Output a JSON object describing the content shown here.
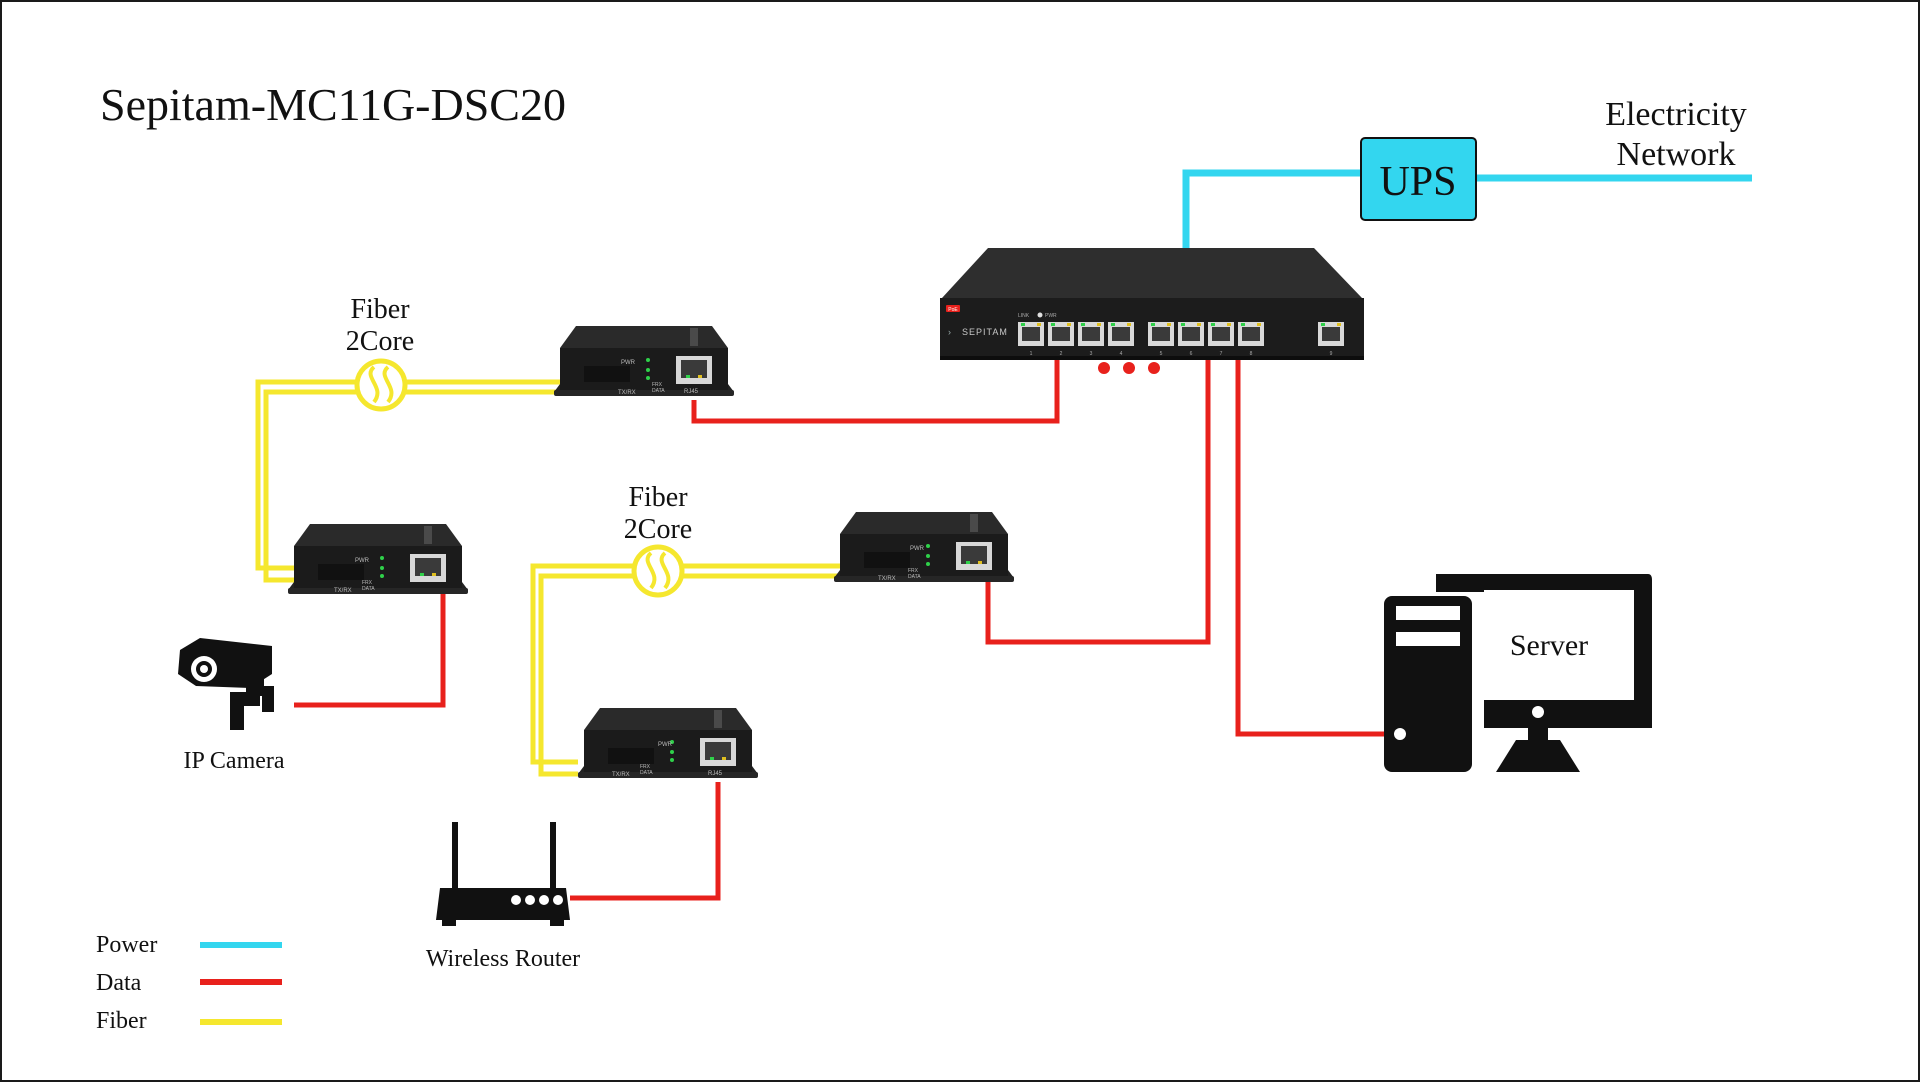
{
  "title": "Sepitam-MC11G-DSC20",
  "colors": {
    "power": "#33d6ef",
    "data": "#e8211c",
    "fiber": "#f5e72e",
    "device": "#1c1c1c"
  },
  "ups": {
    "label": "UPS"
  },
  "electricity": {
    "line1": "Electricity",
    "line2": "Network"
  },
  "switch": {
    "brand": "SEPITAM",
    "badge": "PoE",
    "port_numbers": [
      "1",
      "2",
      "3",
      "4",
      "5",
      "6",
      "7",
      "8",
      "9"
    ],
    "pwr": "PWR",
    "link": "LINK"
  },
  "fiber_labels": [
    {
      "line1": "Fiber",
      "line2": "2Core"
    },
    {
      "line1": "Fiber",
      "line2": "2Core"
    }
  ],
  "converter": {
    "pwr": "PWR",
    "fx": "FRX",
    "data": "DATA",
    "txrx": "TX/RX",
    "rj45": "RJ45"
  },
  "endpoints": {
    "camera": "IP Camera",
    "router": "Wireless Router",
    "server": "Server"
  },
  "legend": [
    {
      "label": "Power",
      "color": "#33d6ef"
    },
    {
      "label": "Data",
      "color": "#e8211c"
    },
    {
      "label": "Fiber",
      "color": "#f5e72e"
    }
  ]
}
